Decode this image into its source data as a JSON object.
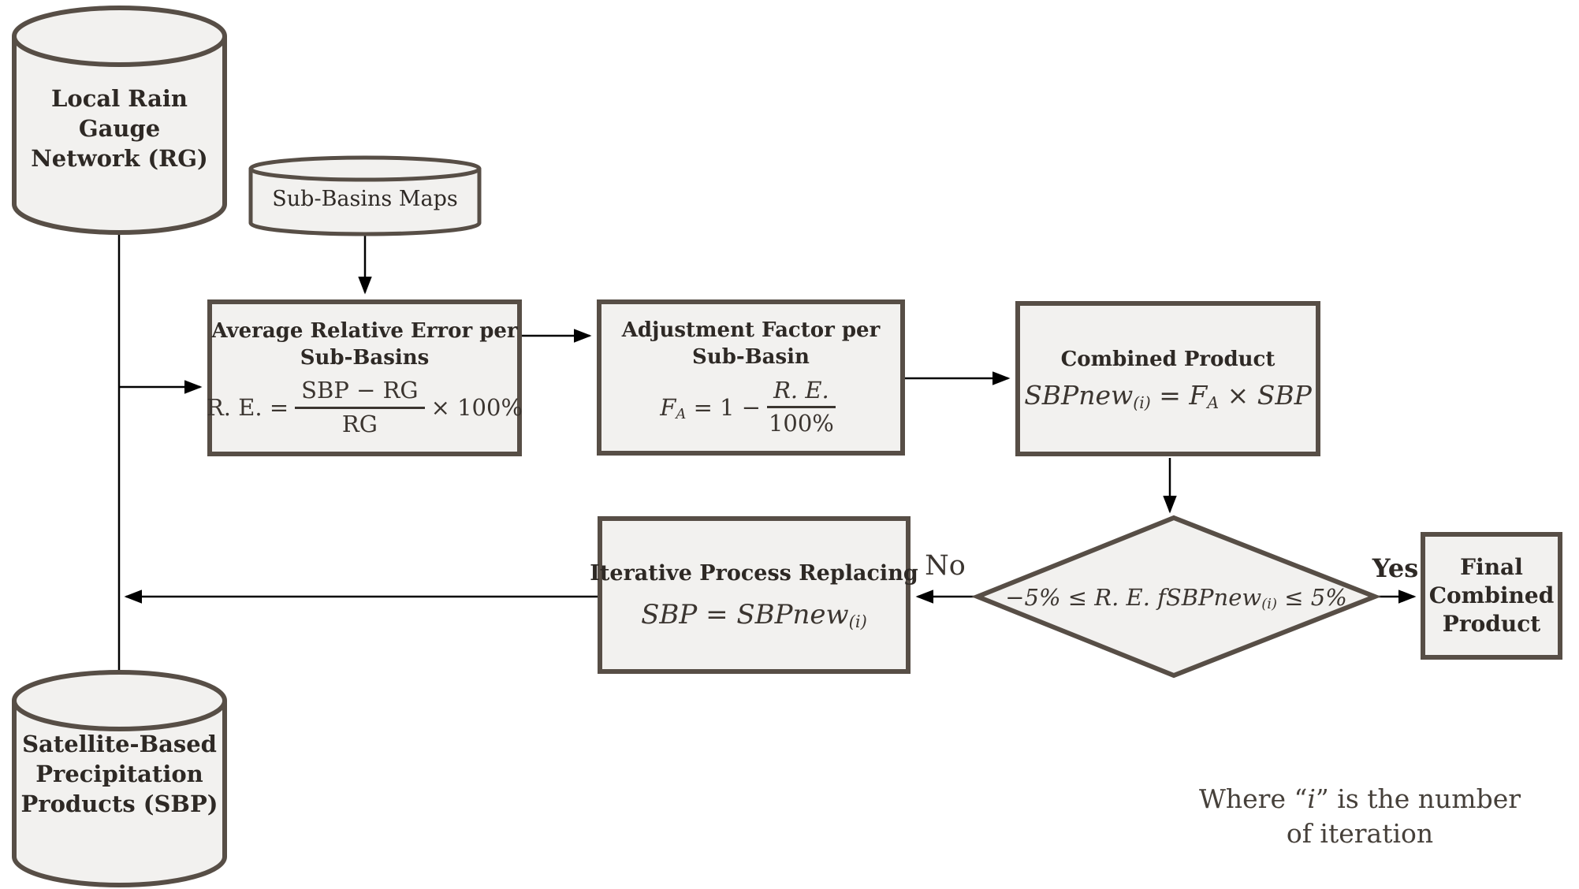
{
  "cylinders": {
    "rain_gauge": {
      "lines": [
        "Local Rain",
        "Gauge",
        "Network (RG)"
      ]
    },
    "sub_basins_maps": {
      "label": "Sub-Basins Maps"
    },
    "satellite": {
      "lines": [
        "Satellite-Based",
        "Precipitation",
        "Products (SBP)"
      ]
    }
  },
  "boxes": {
    "avg_error": {
      "title_lines": [
        "Average Relative Error per",
        "Sub-Basins"
      ],
      "formula": {
        "lhs": "R. E. =",
        "numerator": "SBP − RG",
        "denominator": "RG",
        "rhs": "× 100%"
      }
    },
    "adjustment": {
      "title_lines": [
        "Adjustment Factor per",
        "Sub-Basin"
      ],
      "formula": {
        "var": "F",
        "var_sub": "A",
        "mid": " = 1 − ",
        "numerator": "R. E.",
        "denominator": "100%"
      }
    },
    "combined": {
      "title": "Combined Product",
      "formula": {
        "p1": "SBPnew",
        "sub1": "(i)",
        "p2": " = F",
        "sub2": "A",
        "p3": " × SBP"
      }
    },
    "iterative": {
      "title": "Iterative Process Replacing",
      "formula": {
        "p1": "SBP = SBPnew",
        "sub1": "(i)"
      }
    },
    "final": {
      "lines": [
        "Final",
        "Combined",
        "Product"
      ]
    }
  },
  "decision": {
    "p1": "−5% ≤ R. E. fSBPnew",
    "sub1": "(i)",
    "p2": " ≤ 5%"
  },
  "edge_labels": {
    "no": "No",
    "yes": "Yes"
  },
  "note": {
    "pre": "Where “",
    "var": "i",
    "post": "” is the number",
    "line2": "of iteration"
  },
  "colors": {
    "shape_fill": "#f2f1ef",
    "shape_border": "#574e46",
    "arrow": "#000000",
    "text": "#2e2925"
  }
}
